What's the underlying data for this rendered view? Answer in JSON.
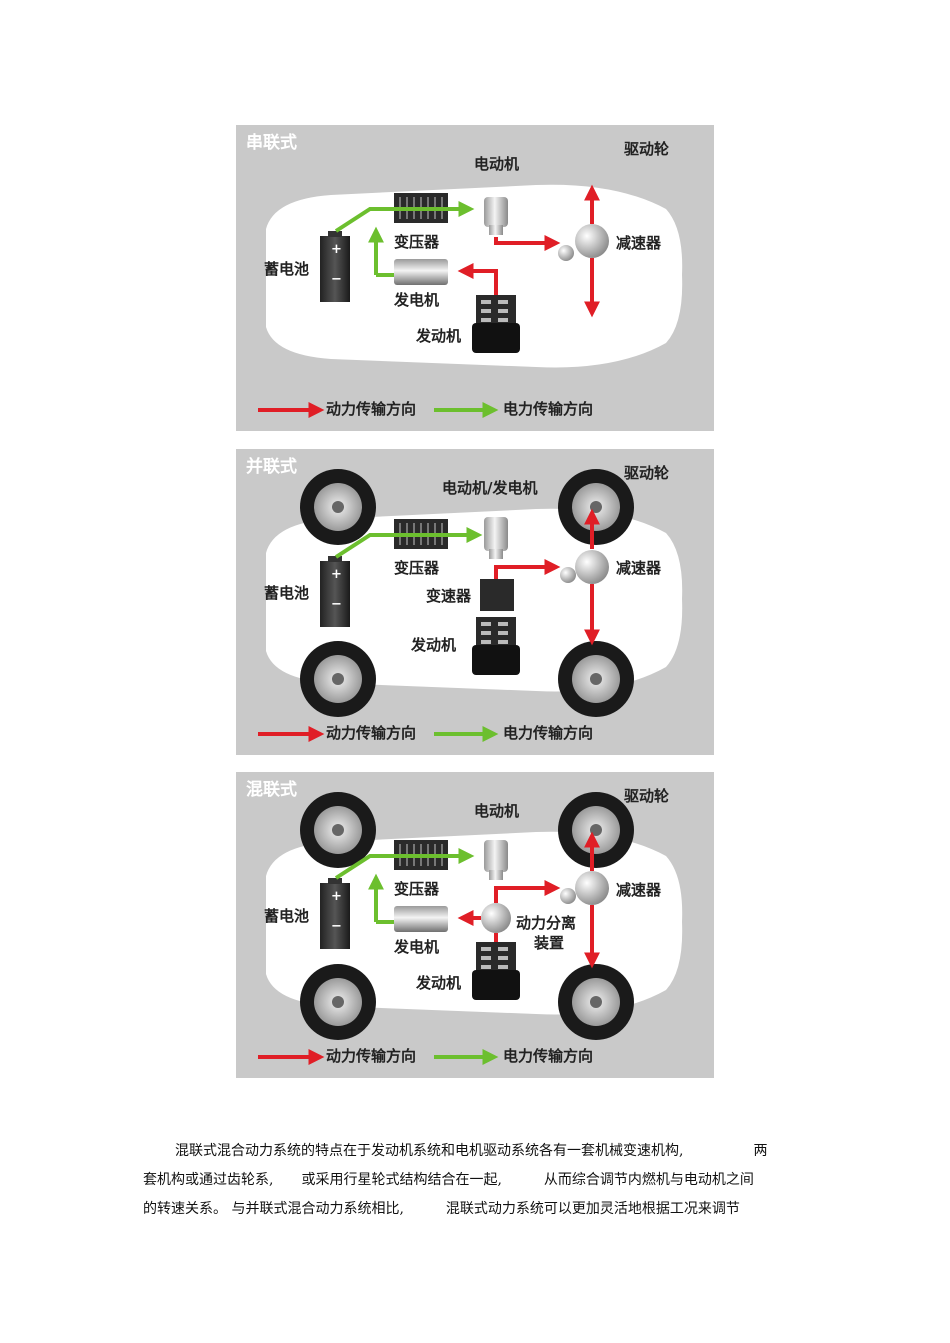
{
  "panels": [
    {
      "title": "串联式",
      "drive_wheel": "驱动轮",
      "motor": "电动机",
      "reducer": "减速器",
      "converter": "变压器",
      "battery": "蓄电池",
      "generator": "发电机",
      "engine": "发动机",
      "legend_power": "动力传输方向",
      "legend_electric": "电力传输方向"
    },
    {
      "title": "并联式",
      "drive_wheel": "驱动轮",
      "motor": "电动机/发电机",
      "reducer": "减速器",
      "converter": "变压器",
      "battery": "蓄电池",
      "transmission": "变速器",
      "engine": "发动机",
      "legend_power": "动力传输方向",
      "legend_electric": "电力传输方向"
    },
    {
      "title": "混联式",
      "drive_wheel": "驱动轮",
      "motor": "电动机",
      "reducer": "减速器",
      "converter": "变压器",
      "battery": "蓄电池",
      "generator": "发电机",
      "split_device_1": "动力分离",
      "split_device_2": "装置",
      "engine": "发动机",
      "legend_power": "动力传输方向",
      "legend_electric": "电力传输方向"
    }
  ],
  "battery_plus": "+",
  "battery_minus": "−",
  "paragraph": {
    "line1": "混联式混合动力系统的特点在于发动机系统和电机驱动系统各有一套机械变速机构,　　　　　两",
    "line2": "套机构或通过齿轮系,　　或采用行星轮式结构结合在一起,　　　从而综合调节内燃机与电动机之间",
    "line3": "的转速关系。 与并联式混合动力系统相比,　　　混联式动力系统可以更加灵活地根据工况来调节"
  },
  "colors": {
    "power_arrow": "#e01e26",
    "electric_arrow": "#6cbf2e",
    "panel_bg": "#c9c9c9"
  }
}
